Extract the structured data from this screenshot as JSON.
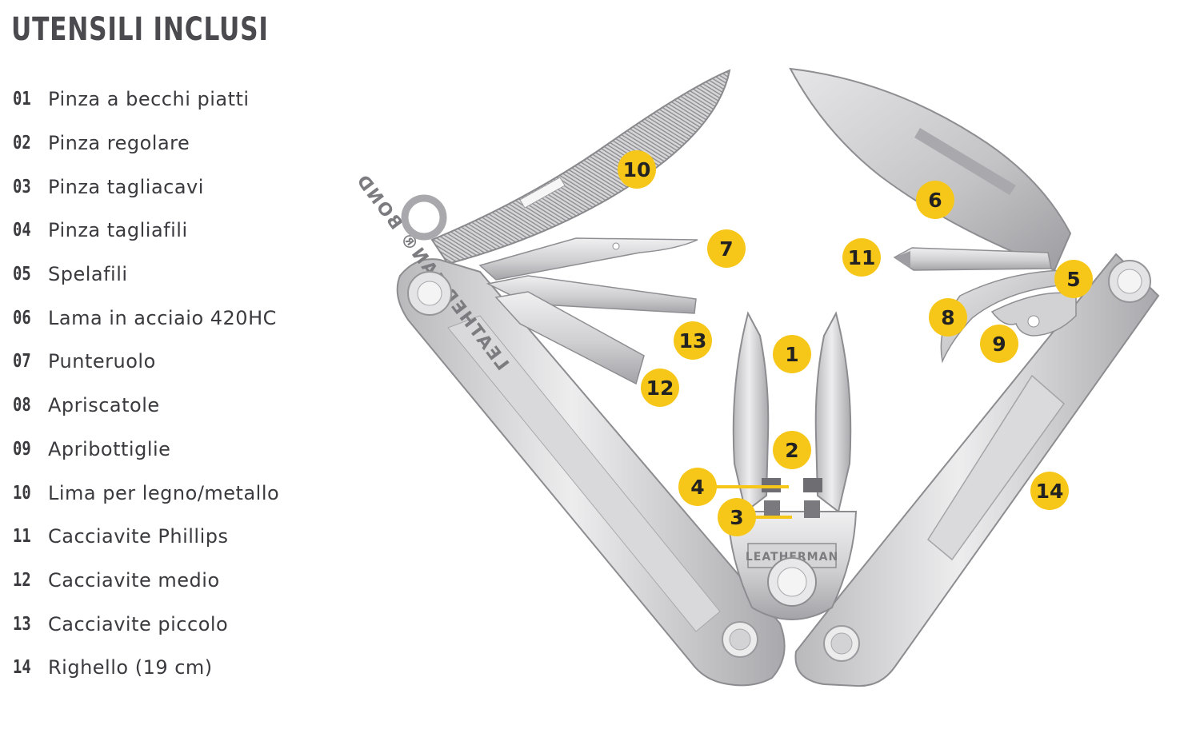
{
  "title": "UTENSILI INCLUSI",
  "tools": [
    {
      "num": "01",
      "name": "Pinza a becchi piatti"
    },
    {
      "num": "02",
      "name": "Pinza regolare"
    },
    {
      "num": "03",
      "name": "Pinza tagliacavi"
    },
    {
      "num": "04",
      "name": "Pinza tagliafili"
    },
    {
      "num": "05",
      "name": "Spelafili"
    },
    {
      "num": "06",
      "name": "Lama in acciaio 420HC"
    },
    {
      "num": "07",
      "name": "Punteruolo"
    },
    {
      "num": "08",
      "name": "Apriscatole"
    },
    {
      "num": "09",
      "name": "Apribottiglie"
    },
    {
      "num": "10",
      "name": "Lima per legno/metallo"
    },
    {
      "num": "11",
      "name": "Cacciavite Phillips"
    },
    {
      "num": "12",
      "name": "Cacciavite medio"
    },
    {
      "num": "13",
      "name": "Cacciavite piccolo"
    },
    {
      "num": "14",
      "name": "Righello (19 cm)"
    }
  ],
  "callouts": [
    "1",
    "2",
    "3",
    "4",
    "5",
    "6",
    "7",
    "8",
    "9",
    "10",
    "11",
    "12",
    "13",
    "14"
  ],
  "engravings": {
    "handle": "LEATHERMAN® BOND",
    "pivot": "LEATHERMAN"
  },
  "colors": {
    "title_text": "#4a4a4f",
    "list_text": "#3a3a3f",
    "callout_fill": "#f6c719",
    "callout_text": "#222222",
    "steel_light": "#e9e9ea",
    "steel_mid": "#c9c9cb",
    "steel_dark": "#8f8f93"
  }
}
